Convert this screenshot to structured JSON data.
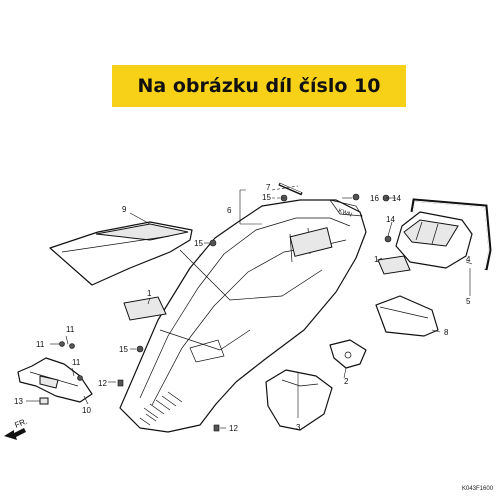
{
  "banner": {
    "text": "Na obrázku díl číslo 10",
    "color": "#f7d117"
  },
  "diagram_code": "K043F1600",
  "direction_label": "FR.",
  "callouts": {
    "c1a": "1",
    "c1b": "1",
    "c2": "2",
    "c3": "3",
    "c4": "4",
    "c5": "5",
    "c6": "6",
    "c7": "7",
    "c8": "8",
    "c9": "9",
    "c10": "10",
    "c11a": "11",
    "c11b": "11",
    "c11c": "11",
    "c12a": "12",
    "c12b": "12",
    "c13": "13",
    "c14a": "14",
    "c14b": "14",
    "c15a": "15",
    "c15b": "15",
    "c15c": "15",
    "c16": "16"
  }
}
